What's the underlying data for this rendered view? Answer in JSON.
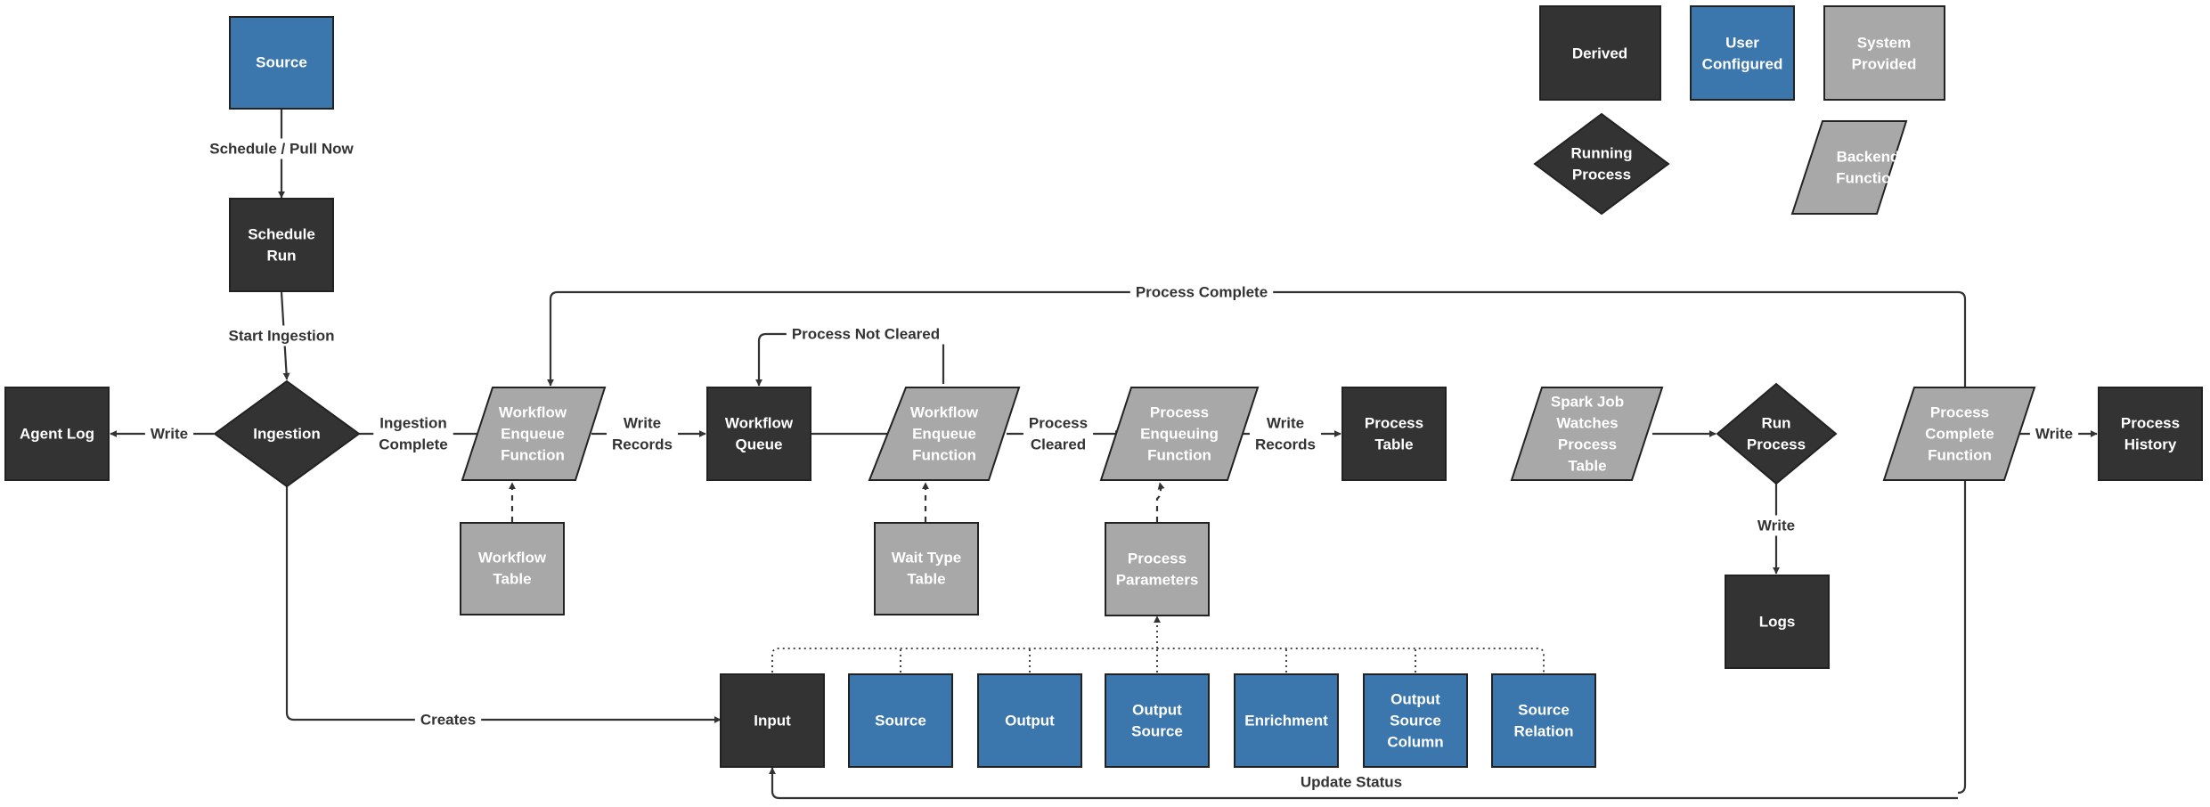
{
  "colors": {
    "derived": "#333333",
    "user_configured": "#3b77ad",
    "system_provided": "#a8a8a8",
    "edge": "#333333",
    "node_text": "#ffffff"
  },
  "legend": {
    "derived": [
      "Derived"
    ],
    "user_configured": [
      "User",
      "Configured"
    ],
    "system_provided": [
      "System",
      "Provided"
    ],
    "running_process": [
      "Running",
      "Process"
    ],
    "backend_function": [
      "Backend",
      "Function"
    ]
  },
  "nodes": {
    "source_top": [
      "Source"
    ],
    "schedule_run": [
      "Schedule",
      "Run"
    ],
    "ingestion": [
      "Ingestion"
    ],
    "agent_log": [
      "Agent Log"
    ],
    "wf_enqueue_1": [
      "Workflow",
      "Enqueue",
      "Function"
    ],
    "workflow_table": [
      "Workflow",
      "Table"
    ],
    "workflow_queue": [
      "Workflow",
      "Queue"
    ],
    "wf_enqueue_2": [
      "Workflow",
      "Enqueue",
      "Function"
    ],
    "wait_type_table": [
      "Wait Type",
      "Table"
    ],
    "process_enqueuing": [
      "Process",
      "Enqueuing",
      "Function"
    ],
    "process_parameters": [
      "Process",
      "Parameters"
    ],
    "process_table": [
      "Process",
      "Table"
    ],
    "spark_job": [
      "Spark Job",
      "Watches",
      "Process",
      "Table"
    ],
    "run_process": [
      "Run",
      "Process"
    ],
    "logs": [
      "Logs"
    ],
    "process_complete_fn": [
      "Process",
      "Complete",
      "Function"
    ],
    "process_history": [
      "Process",
      "History"
    ],
    "input": [
      "Input"
    ],
    "source_cfg": [
      "Source"
    ],
    "output": [
      "Output"
    ],
    "output_source": [
      "Output",
      "Source"
    ],
    "enrichment": [
      "Enrichment"
    ],
    "output_source_column": [
      "Output",
      "Source",
      "Column"
    ],
    "source_relation": [
      "Source",
      "Relation"
    ]
  },
  "edge_labels": {
    "schedule_pull_now": [
      "Schedule / Pull Now"
    ],
    "start_ingestion": [
      "Start Ingestion"
    ],
    "write_agent": [
      "Write"
    ],
    "ingestion_complete": [
      "Ingestion",
      "Complete"
    ],
    "write_records_1": [
      "Write",
      "Records"
    ],
    "process_not_cleared": [
      "Process Not Cleared"
    ],
    "process_cleared": [
      "Process",
      "Cleared"
    ],
    "write_records_2": [
      "Write",
      "Records"
    ],
    "process_complete": [
      "Process Complete"
    ],
    "write_logs": [
      "Write"
    ],
    "write_history": [
      "Write"
    ],
    "creates": [
      "Creates"
    ],
    "update_status": [
      "Update Status"
    ]
  }
}
